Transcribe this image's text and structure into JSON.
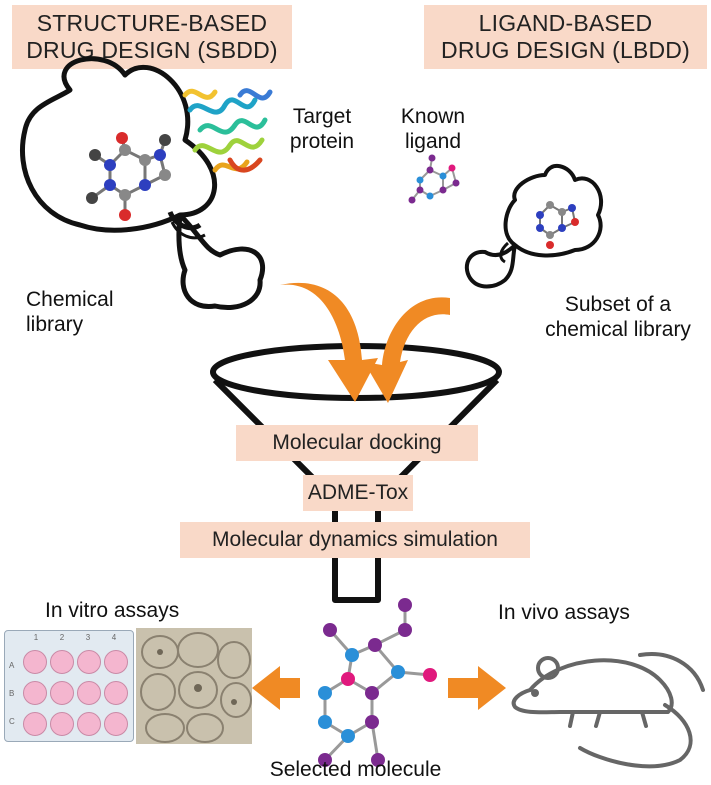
{
  "headers": {
    "sbdd_line1": "STRUCTURE-BASED",
    "sbdd_line2": "DRUG DESIGN (SBDD)",
    "lbdd_line1": "LIGAND-BASED",
    "lbdd_line2": "DRUG DESIGN (LBDD)"
  },
  "labels": {
    "target_line1": "Target",
    "target_line2": "protein",
    "known_line1": "Known",
    "known_line2": "ligand",
    "chem_line1": "Chemical",
    "chem_line2": "library",
    "subset_line1": "Subset of a",
    "subset_line2": "chemical library",
    "in_vitro": "In vitro assays",
    "in_vivo": "In vivo assays",
    "selected": "Selected molecule"
  },
  "funnel_steps": [
    "Molecular docking",
    "ADME-Tox",
    "Molecular dynamics simulation"
  ],
  "plate": {
    "row_labels": [
      "A",
      "B",
      "C"
    ],
    "col_labels": [
      "1",
      "2",
      "3",
      "4"
    ]
  },
  "colors": {
    "box_fill": "#f9d9c8",
    "arrow_orange": "#f08a24",
    "well_pink": "#f4b6cf",
    "atom_blue": "#2a8fd8",
    "atom_purple": "#7b2a8f",
    "atom_magenta": "#e0197d"
  }
}
